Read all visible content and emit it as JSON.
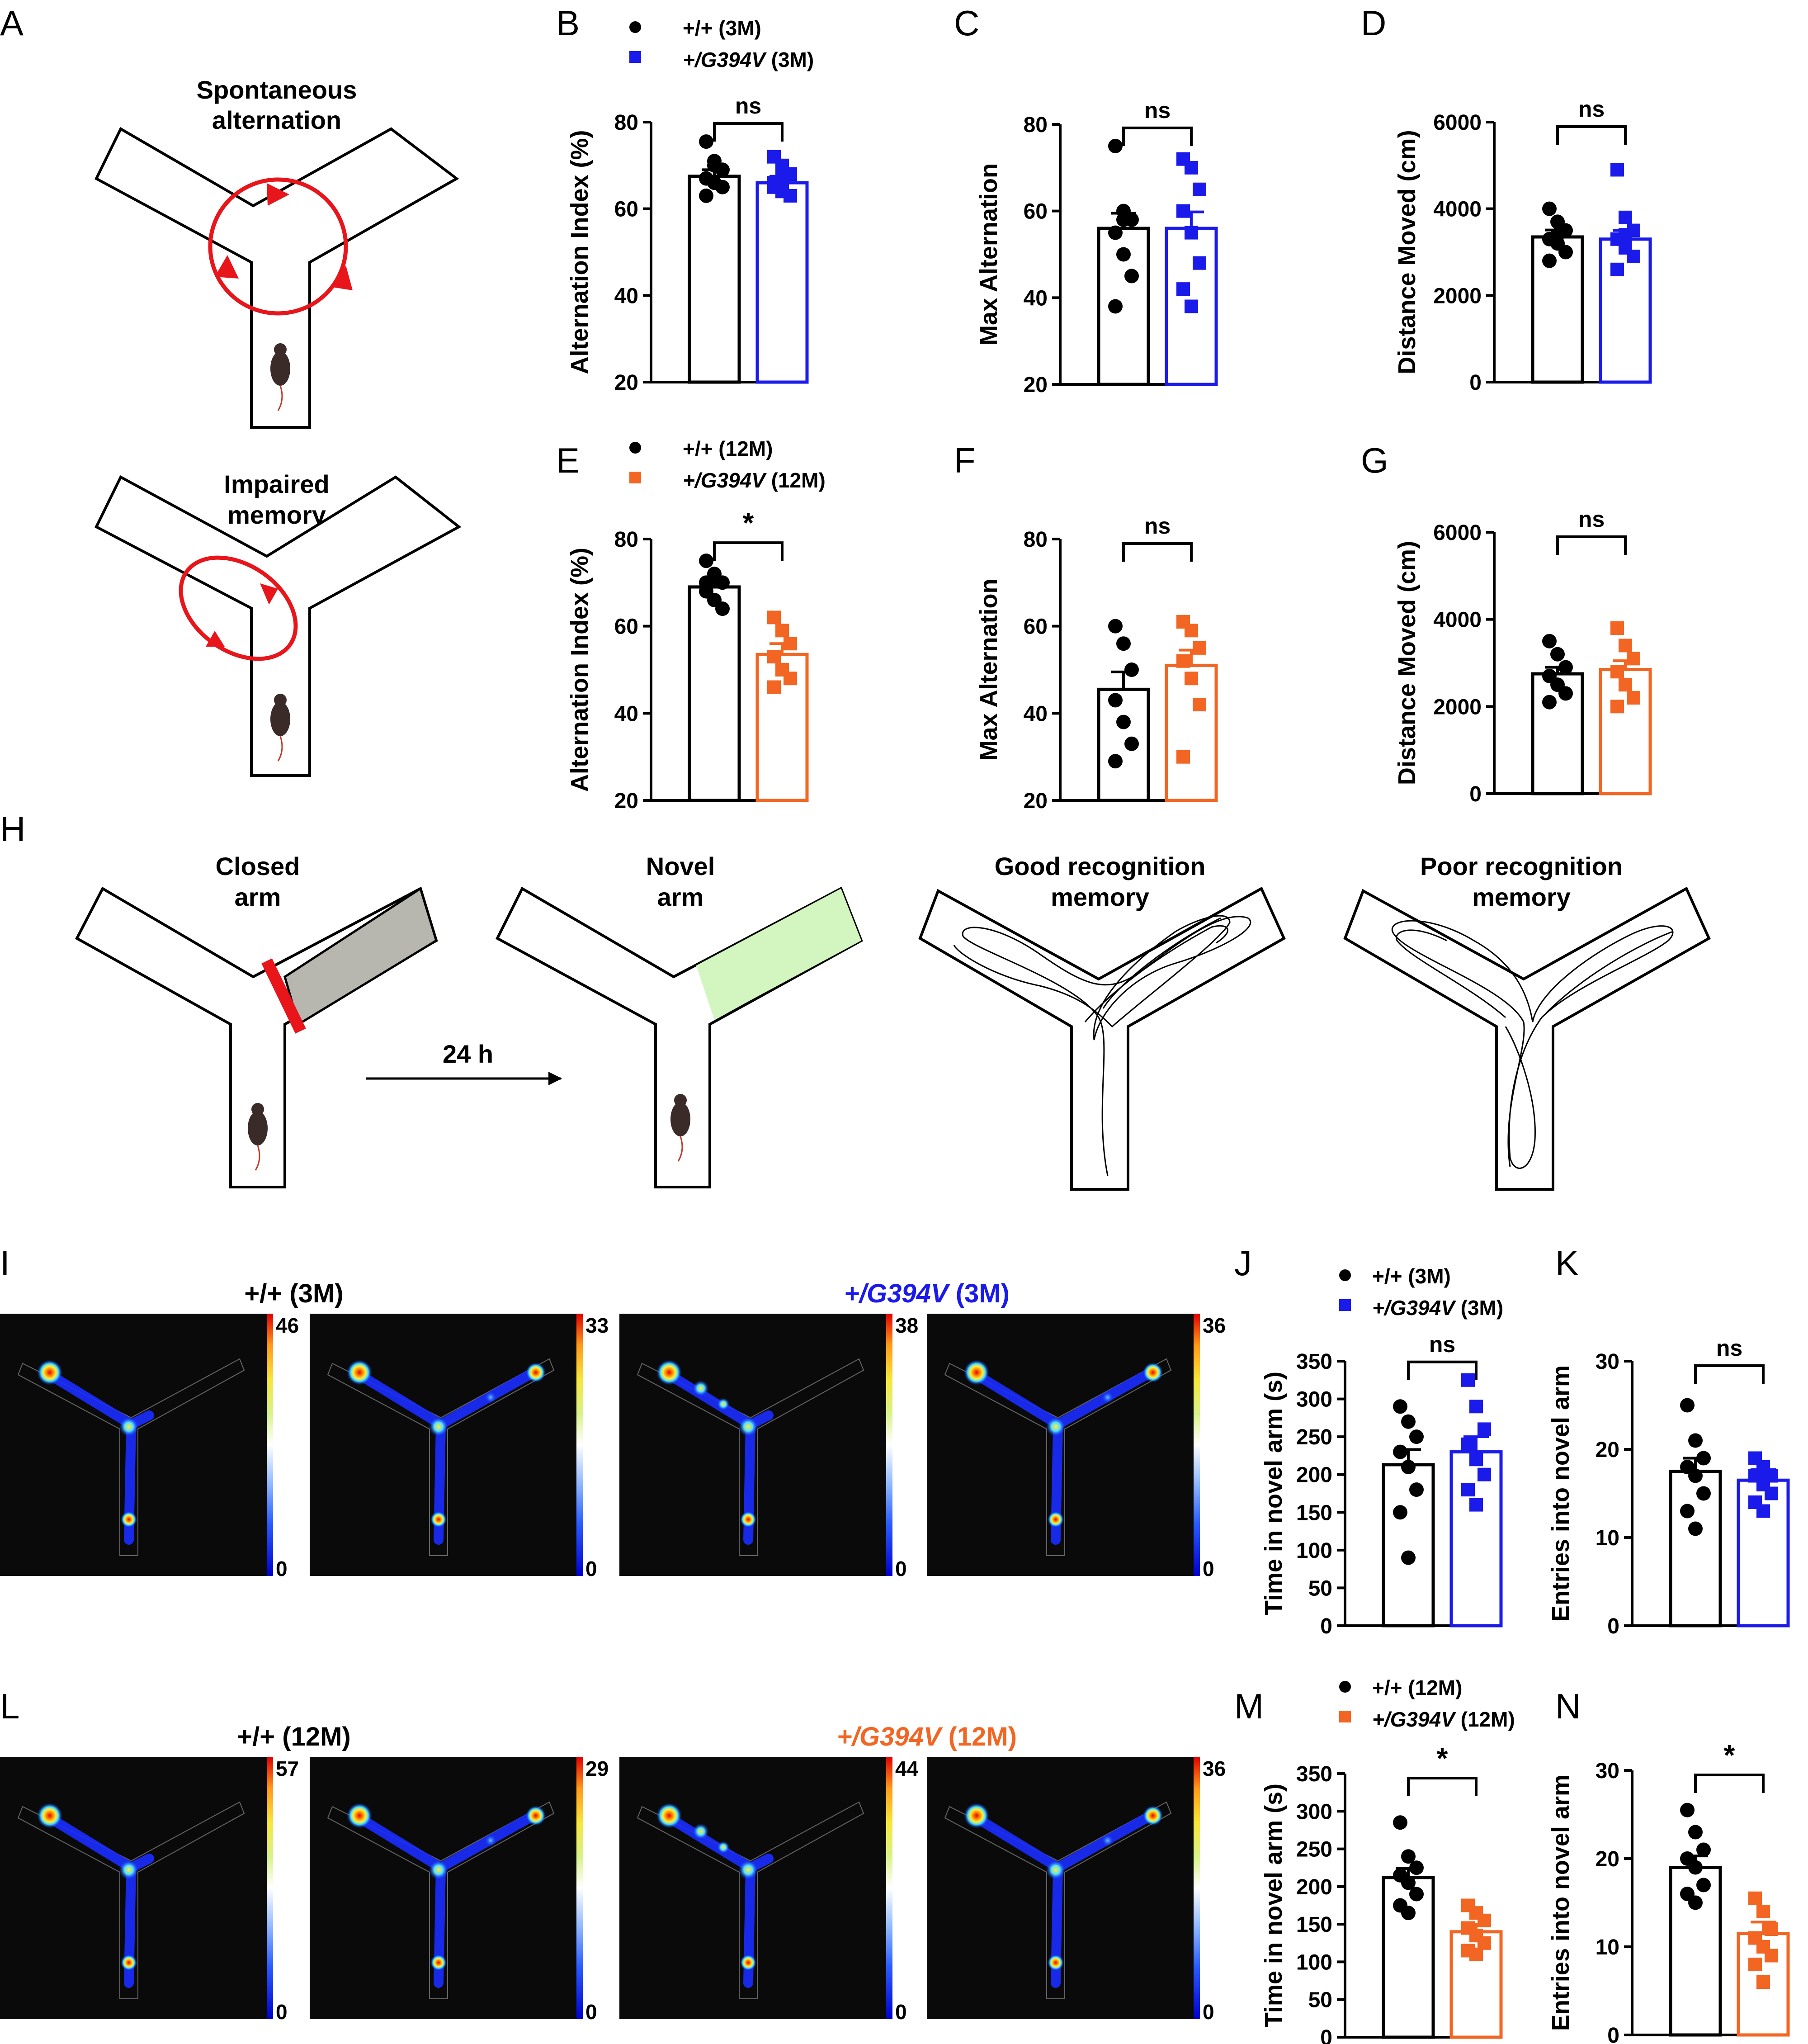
{
  "figure": {
    "panel_letters": [
      "A",
      "B",
      "C",
      "D",
      "E",
      "F",
      "G",
      "H",
      "I",
      "J",
      "K",
      "L",
      "M",
      "N"
    ],
    "colors": {
      "wt": "#000000",
      "mut_3m": "#1a1aeb",
      "mut_12m": "#f26522",
      "closed_arm_fill": "#b7b7b0",
      "closed_arm_bar": "#e8151b",
      "novel_arm_fill": "#d3f5c0",
      "arrow_red": "#e8151b"
    },
    "legend_3m": {
      "wt": "+/+  (3M)",
      "mut_italic": "+/G394V",
      "mut_suffix": " (3M)"
    },
    "legend_12m": {
      "wt": "+/+  (12M)",
      "mut_italic": "+/G394V",
      "mut_suffix": " (12M)"
    },
    "panelA": {
      "top_label": [
        "Spontaneous",
        "alternation"
      ],
      "bottom_label": [
        "Impaired",
        "memory"
      ]
    },
    "panelH": {
      "labels": [
        [
          "Closed",
          "arm"
        ],
        [
          "Novel",
          "arm"
        ],
        [
          "Good recognition",
          "memory"
        ],
        [
          "Poor recognition",
          "memory"
        ]
      ],
      "interval": "24 h"
    },
    "panelI": {
      "wt_title": "+/+ (3M)",
      "mut_title_italic": "+/G394V",
      "mut_title_suffix": " (3M)",
      "scale_max": [
        "46",
        "33",
        "38",
        "36"
      ],
      "scale_min": "0"
    },
    "panelL": {
      "wt_title": "+/+ (12M)",
      "mut_title_italic": "+/G394V",
      "mut_title_suffix": " (12M)",
      "scale_max": [
        "57",
        "29",
        "44",
        "36"
      ],
      "scale_min": "0"
    },
    "heatmap_icons": [
      "y-maze-heatmap-icon"
    ]
  },
  "chart_data": [
    {
      "panel": "B",
      "type": "bar",
      "ylabel": "Alternation Index (%)",
      "ylim": [
        20,
        80
      ],
      "yticks": [
        20,
        40,
        60,
        80
      ],
      "sig": "ns",
      "series": [
        {
          "name": "+/+  (3M)",
          "mean": 67.5,
          "sem": 1.5,
          "points": [
            75.5,
            71,
            69,
            67,
            66,
            65,
            63,
            70
          ]
        },
        {
          "name": "+/G394V (3M)",
          "mean": 66,
          "sem": 1.5,
          "points": [
            72,
            70,
            68,
            66,
            64,
            63,
            65,
            67
          ]
        }
      ]
    },
    {
      "panel": "C",
      "type": "bar",
      "ylabel": "Max Alternation",
      "ylim": [
        20,
        80
      ],
      "yticks": [
        20,
        40,
        60,
        80
      ],
      "sig": "ns",
      "series": [
        {
          "name": "+/+  (3M)",
          "mean": 56,
          "sem": 3.5,
          "points": [
            75,
            60,
            58,
            55,
            50,
            45,
            38,
            58
          ]
        },
        {
          "name": "+/G394V (3M)",
          "mean": 56,
          "sem": 3.8,
          "points": [
            72,
            70,
            65,
            60,
            55,
            48,
            42,
            38
          ]
        }
      ]
    },
    {
      "panel": "D",
      "type": "bar",
      "ylabel": "Distance Moved (cm)",
      "ylim": [
        0,
        6000
      ],
      "yticks": [
        0,
        2000,
        4000,
        6000
      ],
      "sig": "ns",
      "series": [
        {
          "name": "+/+  (3M)",
          "mean": 3350,
          "sem": 160,
          "points": [
            4000,
            3700,
            3500,
            3300,
            3200,
            3000,
            2800,
            3400
          ]
        },
        {
          "name": "+/G394V (3M)",
          "mean": 3300,
          "sem": 200,
          "points": [
            4900,
            3800,
            3500,
            3300,
            3100,
            2900,
            2600,
            3400
          ]
        }
      ]
    },
    {
      "panel": "E",
      "type": "bar",
      "ylabel": "Alternation Index (%)",
      "ylim": [
        20,
        80
      ],
      "yticks": [
        20,
        40,
        60,
        80
      ],
      "sig": "*",
      "series": [
        {
          "name": "+/+  (12M)",
          "mean": 69,
          "sem": 1.5,
          "points": [
            75,
            72,
            70,
            68,
            66,
            64,
            70
          ]
        },
        {
          "name": "+/G394V (12M)",
          "mean": 53.5,
          "sem": 2.5,
          "points": [
            62,
            59,
            56,
            53,
            50,
            48,
            46
          ]
        }
      ]
    },
    {
      "panel": "F",
      "type": "bar",
      "ylabel": "Max Alternation",
      "ylim": [
        20,
        80
      ],
      "yticks": [
        20,
        40,
        60,
        80
      ],
      "sig": "ns",
      "series": [
        {
          "name": "+/+  (12M)",
          "mean": 45.5,
          "sem": 4,
          "points": [
            60,
            56,
            50,
            43,
            38,
            33,
            29
          ]
        },
        {
          "name": "+/G394V (12M)",
          "mean": 51,
          "sem": 3.5,
          "points": [
            61,
            59,
            55,
            52,
            48,
            42,
            30
          ]
        }
      ]
    },
    {
      "panel": "G",
      "type": "bar",
      "ylabel": "Distance Moved (cm)",
      "ylim": [
        0,
        6000
      ],
      "yticks": [
        0,
        2000,
        4000,
        6000
      ],
      "sig": "ns",
      "series": [
        {
          "name": "+/+  (12M)",
          "mean": 2750,
          "sem": 150,
          "points": [
            3500,
            3200,
            2900,
            2700,
            2500,
            2300,
            2100
          ]
        },
        {
          "name": "+/G394V (12M)",
          "mean": 2850,
          "sem": 200,
          "points": [
            3800,
            3400,
            3100,
            2800,
            2500,
            2200,
            2000
          ]
        }
      ]
    },
    {
      "panel": "J",
      "type": "bar",
      "ylabel": "Time in novel arm (s)",
      "ylim": [
        0,
        350
      ],
      "yticks": [
        0,
        50,
        100,
        150,
        200,
        250,
        300,
        350
      ],
      "sig": "ns",
      "series": [
        {
          "name": "+/+  (3M)",
          "mean": 213,
          "sem": 20,
          "points": [
            290,
            270,
            250,
            230,
            210,
            180,
            150,
            90
          ]
        },
        {
          "name": "+/G394V (3M)",
          "mean": 230,
          "sem": 20,
          "points": [
            325,
            290,
            260,
            240,
            220,
            200,
            180,
            160
          ]
        }
      ]
    },
    {
      "panel": "K",
      "type": "bar",
      "ylabel": "Entries into novel arm",
      "ylim": [
        0,
        30
      ],
      "yticks": [
        0,
        10,
        20,
        30
      ],
      "sig": "ns",
      "series": [
        {
          "name": "+/+  (3M)",
          "mean": 17.5,
          "sem": 1.5,
          "points": [
            25,
            21,
            19,
            18,
            17,
            15,
            13,
            11
          ]
        },
        {
          "name": "+/G394V (3M)",
          "mean": 16.5,
          "sem": 1.2,
          "points": [
            19,
            18,
            17,
            17,
            16,
            15,
            14,
            13
          ]
        }
      ]
    },
    {
      "panel": "M",
      "type": "bar",
      "ylabel": "Time in novel arm (s)",
      "ylim": [
        0,
        350
      ],
      "yticks": [
        0,
        50,
        100,
        150,
        200,
        250,
        300,
        350
      ],
      "sig": "*",
      "series": [
        {
          "name": "+/+  (12M)",
          "mean": 212,
          "sem": 12,
          "points": [
            285,
            240,
            225,
            215,
            205,
            190,
            175,
            165
          ]
        },
        {
          "name": "+/G394V (12M)",
          "mean": 140,
          "sem": 10,
          "points": [
            175,
            165,
            155,
            145,
            135,
            125,
            115,
            110
          ]
        }
      ]
    },
    {
      "panel": "N",
      "type": "bar",
      "ylabel": "Entries into novel arm",
      "ylim": [
        0,
        30
      ],
      "yticks": [
        0,
        10,
        20,
        30
      ],
      "sig": "*",
      "series": [
        {
          "name": "+/+  (12M)",
          "mean": 19,
          "sem": 1.3,
          "points": [
            25.5,
            23,
            21,
            20,
            19,
            17,
            16,
            15
          ]
        },
        {
          "name": "+/G394V (12M)",
          "mean": 11.5,
          "sem": 1.3,
          "points": [
            15.5,
            14,
            12,
            11,
            10,
            9,
            8,
            6
          ]
        }
      ]
    }
  ]
}
